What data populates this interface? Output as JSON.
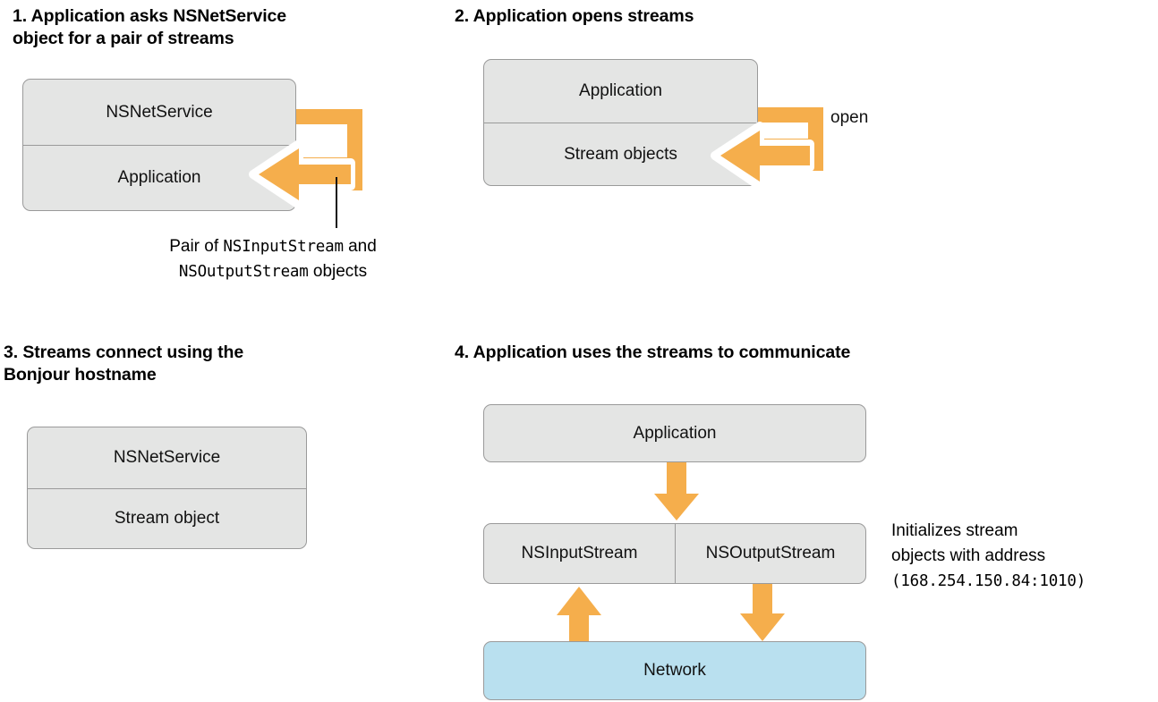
{
  "diagram": {
    "title_semantic": "bonjour-stream-setup-steps",
    "colors": {
      "arrow_orange": "#f5ae4c",
      "box_fill_gray": "#e4e5e4",
      "box_fill_blue": "#b9e0ef",
      "box_stroke": "#9a9a9a",
      "text": "#000000",
      "background": "#ffffff"
    }
  },
  "panels": [
    {
      "number": "1.",
      "heading": "1. Application asks NSNetService\nobject for a pair of streams",
      "stack": {
        "rows": [
          "NSNetService",
          "Application"
        ]
      },
      "caption_line1_prefix": "Pair of ",
      "caption_line1_mono": "NSInputStream",
      "caption_line1_suffix": " and",
      "caption_line2_mono": "NSOutputStream",
      "caption_line2_suffix": " objects",
      "arrow": {
        "style": "u-turn-hooked-arrow",
        "direction": "left",
        "color": "#f5ae4c"
      }
    },
    {
      "number": "2.",
      "heading": "2. Application opens streams",
      "stack": {
        "rows": [
          "Application",
          "Stream objects"
        ]
      },
      "arrow_label": "open",
      "arrow": {
        "style": "u-turn-hooked-arrow",
        "direction": "left",
        "color": "#f5ae4c"
      }
    },
    {
      "number": "3.",
      "heading": "3. Streams connect using the\nBonjour hostname",
      "stack": {
        "rows": [
          "NSNetService",
          "Stream object"
        ]
      }
    },
    {
      "number": "4.",
      "heading": "4. Application uses the streams to communicate",
      "boxes": {
        "application": "Application",
        "stream_left": "NSInputStream",
        "stream_right": "NSOutputStream",
        "network": "Network"
      },
      "note_line1": "Initializes stream",
      "note_line2": "objects with address",
      "note_line3_mono": "(168.254.150.84:1010)",
      "arrows": [
        {
          "name": "application-to-streams",
          "direction": "down",
          "color": "#f5ae4c"
        },
        {
          "name": "network-to-input-stream",
          "direction": "up",
          "color": "#f5ae4c"
        },
        {
          "name": "output-stream-to-network",
          "direction": "down",
          "color": "#f5ae4c"
        }
      ]
    }
  ]
}
